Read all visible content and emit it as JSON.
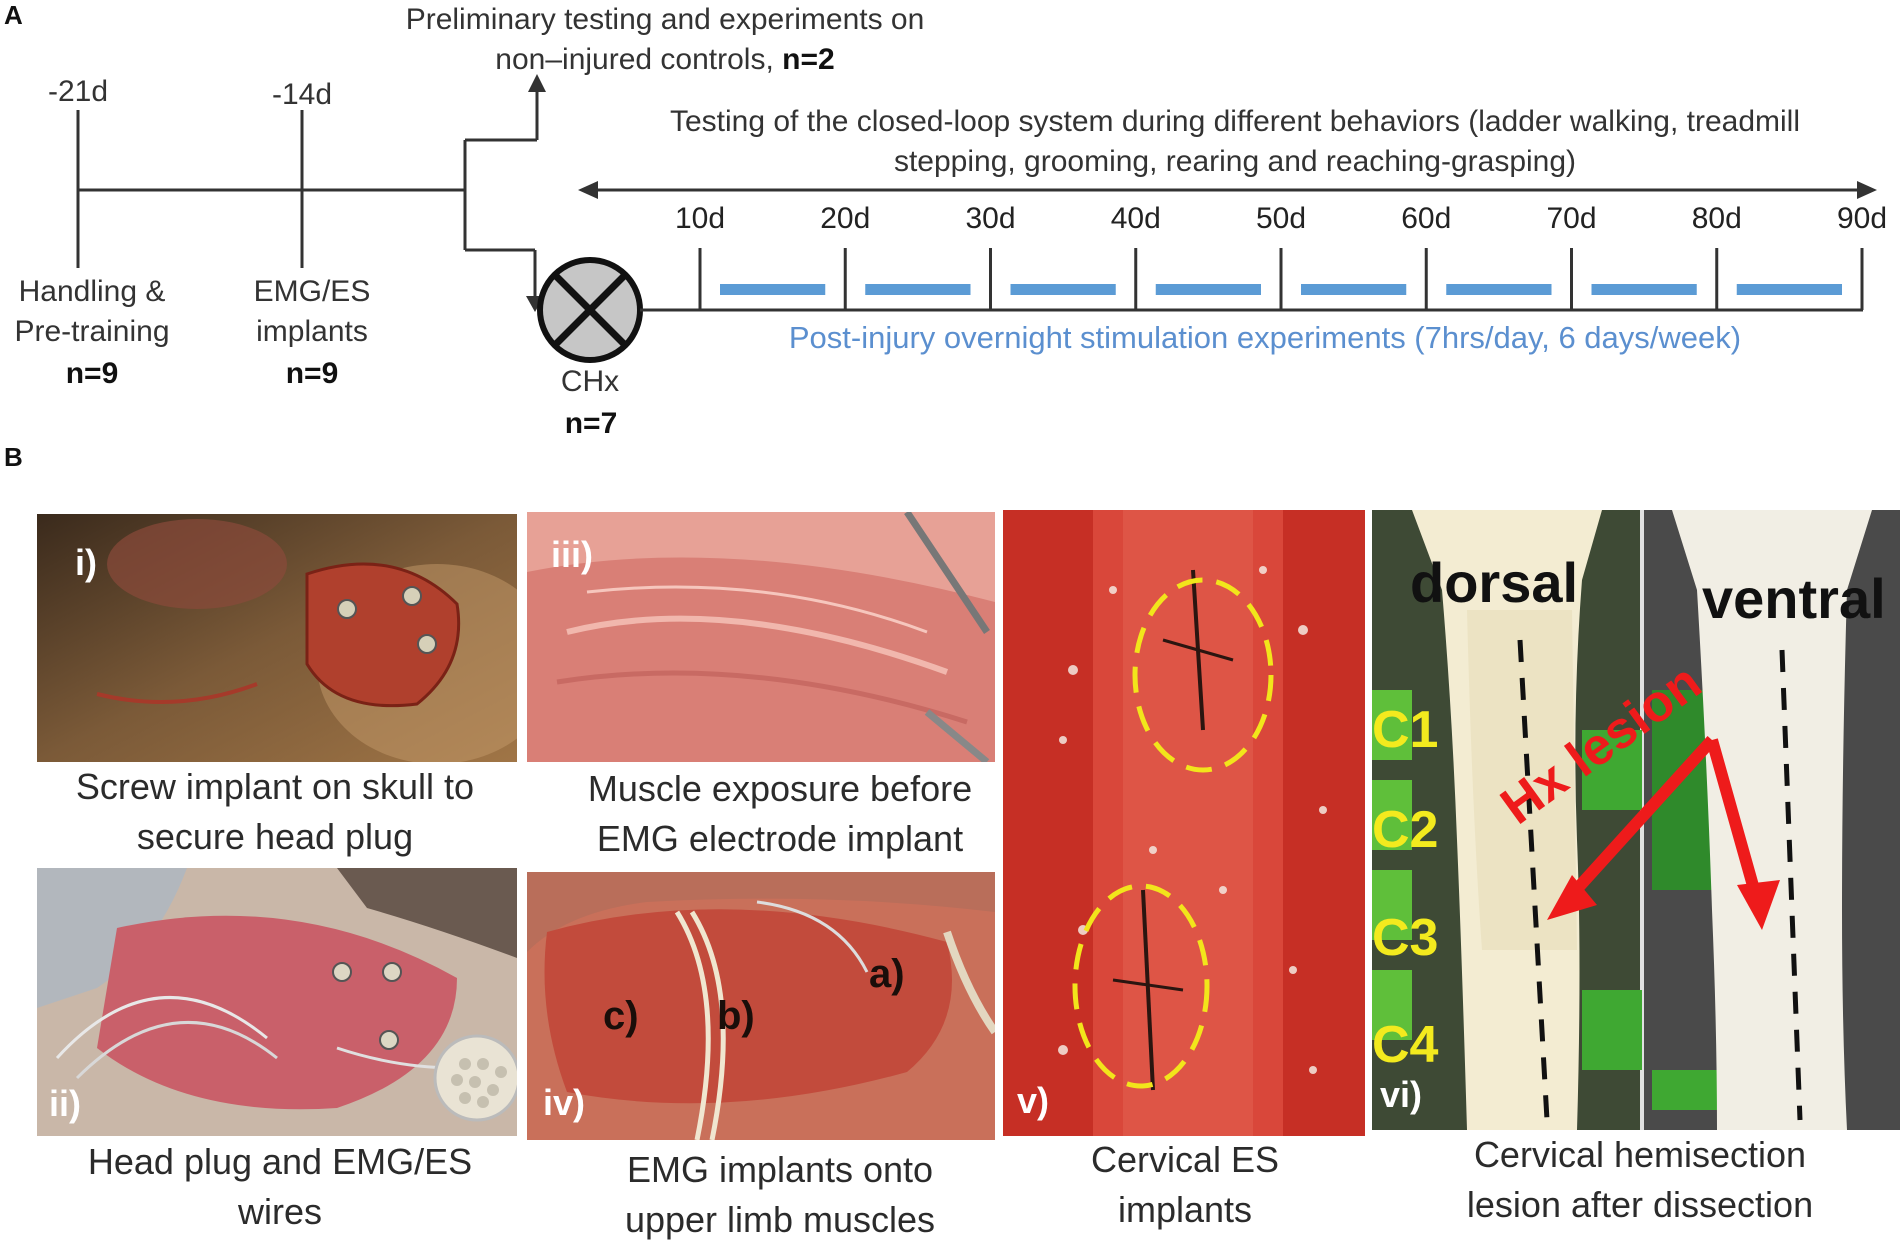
{
  "panel_a": {
    "letter": "A",
    "timepoints": [
      {
        "day": "-21d",
        "label_line1": "Handling &",
        "label_line2": "Pre-training",
        "n": "n=9"
      },
      {
        "day": "-14d",
        "label_line1": "EMG/ES",
        "label_line2": "implants",
        "n": "n=9"
      }
    ],
    "preliminary_line1": "Preliminary testing and experiments on",
    "preliminary_line2_prefix": "non–injured controls, ",
    "preliminary_n": "n=2",
    "testing_line1": "Testing of the closed-loop system during different behaviors (ladder walking, treadmill",
    "testing_line2": "stepping, grooming, rearing and reaching-grasping)",
    "injury_label": "CHx",
    "injury_n": "n=7",
    "days": [
      "10d",
      "20d",
      "30d",
      "40d",
      "50d",
      "60d",
      "70d",
      "80d",
      "90d"
    ],
    "stimulation_label": "Post-injury overnight stimulation experiments (7hrs/day, 6 days/week)",
    "colors": {
      "stimulation_bar": "#5b9bd5",
      "stimulation_text": "#5b8fcf"
    }
  },
  "panel_b": {
    "letter": "B",
    "photos": [
      {
        "tag": "i)",
        "caption_line1": "Screw implant on skull to",
        "caption_line2": "secure head plug"
      },
      {
        "tag": "ii)",
        "caption_line1": "Head plug and EMG/ES",
        "caption_line2": "wires"
      },
      {
        "tag": "iii)",
        "caption_line1": "Muscle exposure before",
        "caption_line2": "EMG electrode implant"
      },
      {
        "tag": "iv)",
        "caption_line1": "EMG implants onto",
        "caption_line2": "upper limb muscles",
        "muscle_labels": [
          "a)",
          "b)",
          "c)"
        ]
      },
      {
        "tag": "v)",
        "caption_line1": "Cervical ES",
        "caption_line2": "implants"
      },
      {
        "tag": "vi)",
        "caption_line1": "Cervical hemisection",
        "caption_line2": "lesion after dissection",
        "views": [
          "dorsal",
          "ventral"
        ],
        "segments": [
          "C1",
          "C2",
          "C3",
          "C4"
        ],
        "lesion_label": "Hx lesion"
      }
    ]
  }
}
